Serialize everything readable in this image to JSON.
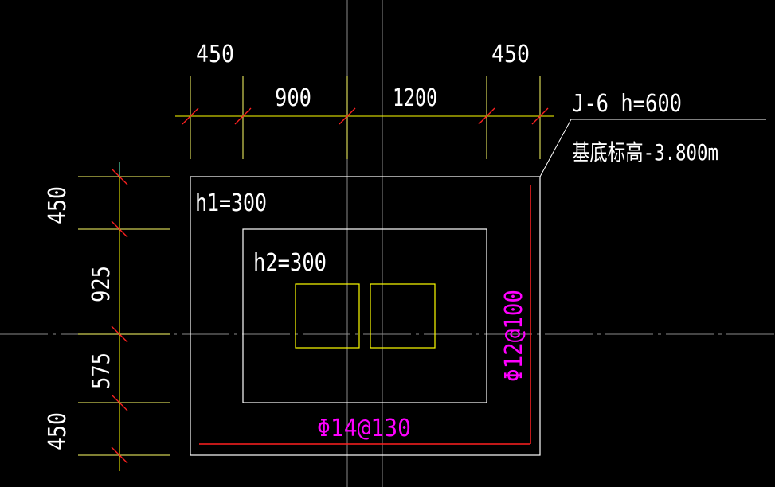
{
  "colors": {
    "background": "#000000",
    "outline": "#ffffff",
    "dimension_line": "#ffff00",
    "tick": "#ff2020",
    "extension_line": "#ffff66",
    "rebar_line": "#ff2020",
    "rebar_text": "#ff00ff",
    "axis_line": "#8a8a8a",
    "text": "#ffffff"
  },
  "top_dimensions": [
    "450",
    "900",
    "1200",
    "450"
  ],
  "left_dimensions": [
    "450",
    "925",
    "575",
    "450"
  ],
  "footing": {
    "label": "J-6 h=600",
    "elevation": "基底标高-3.800m",
    "h1": "h1=300",
    "h2": "h2=300"
  },
  "rebar": {
    "horizontal": "Φ14@130",
    "vertical": "Φ12@100"
  }
}
